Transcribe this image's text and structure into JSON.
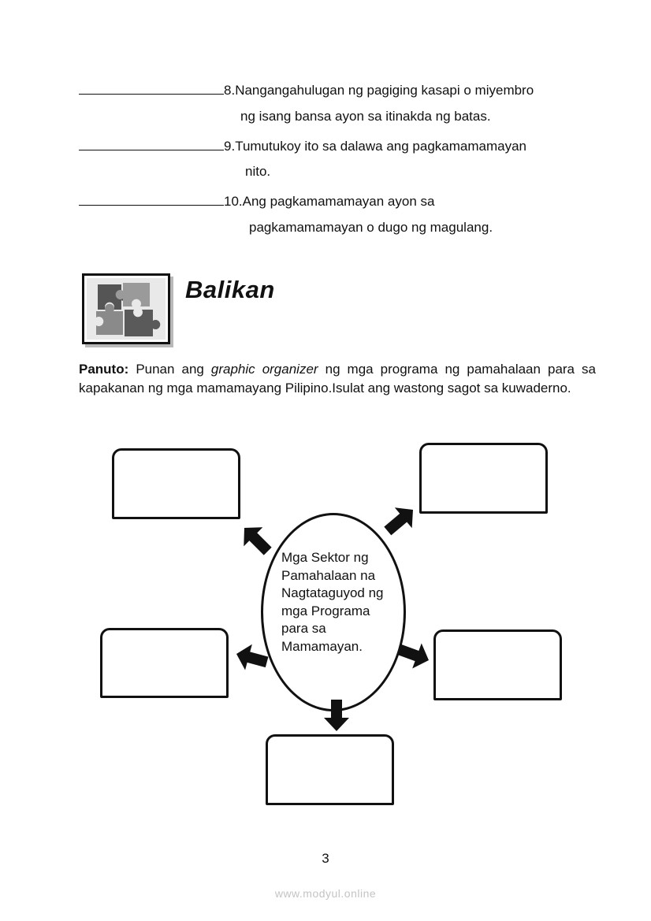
{
  "questions": [
    {
      "number": "8.",
      "lines": [
        "Nangangahulugan ng pagiging kasapi  o miyembro",
        "ng isang bansa ayon sa itinakda ng batas."
      ]
    },
    {
      "number": "9.",
      "lines": [
        "Tumutukoy ito sa  dalawa ang pagkamamamayan",
        "nito."
      ]
    },
    {
      "number": "10.",
      "lines": [
        "Ang pagkamamamayan ayon sa",
        "pagkamamamayan o dugo ng magulang."
      ]
    }
  ],
  "section": {
    "title": "Balikan",
    "icon": "puzzle-pieces-icon"
  },
  "instructions": {
    "label": "Panuto:",
    "text_before": " Punan ang ",
    "emphasis": "graphic organizer",
    "text_after": " ng mga programa ng pamahalaan para sa kapakanan ng mga mamamayang Pilipino.Isulat ang wastong sagot sa kuwaderno."
  },
  "organizer": {
    "center_lines": [
      "Mga Sektor ng",
      "Pamahalaan na",
      "Nagtataguyod ng",
      "mga Programa",
      "para sa",
      "Mamamayan."
    ],
    "answer_boxes": [
      "",
      "",
      "",
      "",
      ""
    ],
    "arrow_color": "#111111"
  },
  "footer": {
    "page_number": "3",
    "watermark": "www.modyul.online"
  }
}
